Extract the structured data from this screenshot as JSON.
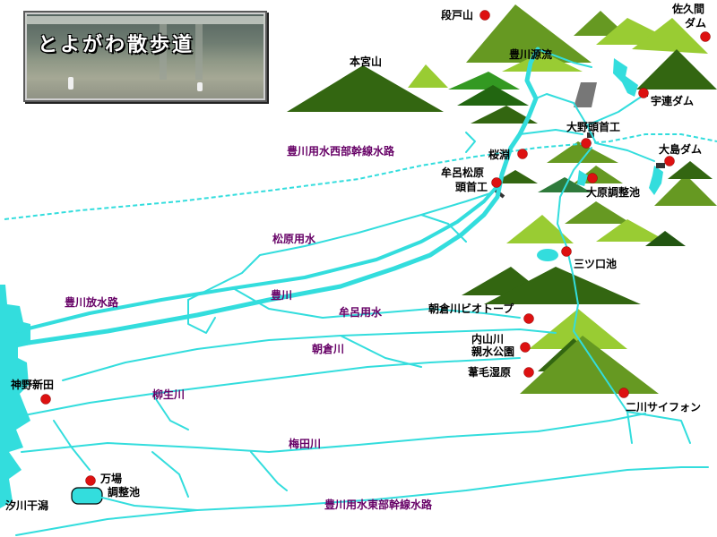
{
  "title": "とよがわ散歩道",
  "colors": {
    "water": "#33dddd",
    "marker": "#dd1111",
    "mountain_dark": "#336611",
    "mountain_mid": "#669922",
    "mountain_light": "#99cc33",
    "label_purple": "#660066"
  },
  "places": {
    "dantoyama": "段戸山",
    "sakuma_dam_1": "佐久間",
    "sakuma_dam_2": "ダム",
    "hongusan": "本宮山",
    "toyokawa_genryu": "豊川源流",
    "uren_dam": "宇連ダム",
    "ono_touko": "大野頭首工",
    "sakurabuchi": "桜淵",
    "oshima_dam": "大島ダム",
    "murokatsu_1": "牟呂松原",
    "murokatsu_2": "頭首工",
    "ohara_chouseichi": "大原調整池",
    "mitsukuchi_ike": "三ツ口池",
    "asakura_biotope": "朝倉川ビオトープ",
    "uchiyama_1": "内山川",
    "uchiyama_2": "親水公園",
    "ige_shitsugen": "葦毛湿原",
    "futakawa_siphon": "二川サイフォン",
    "jinno_shinden": "神野新田",
    "manba_1": "万場",
    "manba_2": "調整池",
    "shiokawa_higata": "汐川干潟"
  },
  "waterways": {
    "west_canal": "豊川用水西部幹線水路",
    "matsubara_canal": "松原用水",
    "toyokawa_hosuiro": "豊川放水路",
    "toyokawa": "豊川",
    "muro_canal": "牟呂用水",
    "asakura_river": "朝倉川",
    "yagyu_river": "柳生川",
    "umeda_river": "梅田川",
    "east_canal": "豊川用水東部幹線水路"
  }
}
